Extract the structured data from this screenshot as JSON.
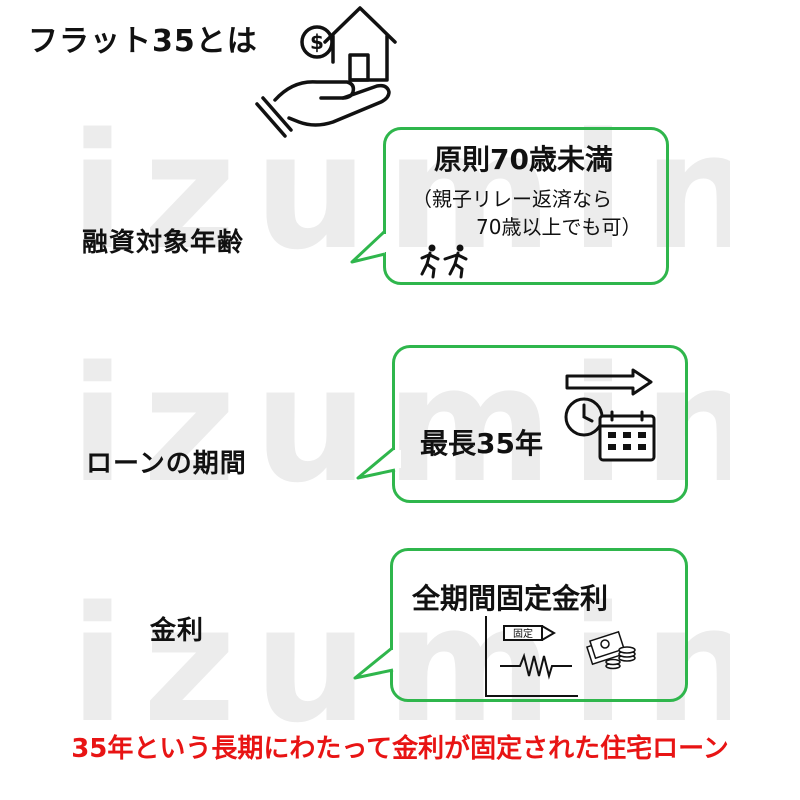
{
  "title": "フラット35とは",
  "watermark": "izumin",
  "sections": [
    {
      "label": "融資対象年齢",
      "heading": "原則70歳未満",
      "note_line1": "（親子リレー返済なら",
      "note_line2": "70歳以上でも可）",
      "icon": "relay-runners-icon"
    },
    {
      "label": "ローンの期間",
      "heading": "最長35年",
      "icons": [
        "arrow-right-icon",
        "clock-icon",
        "calendar-icon"
      ]
    },
    {
      "label": "金利",
      "heading": "全期間固定金利",
      "chart_tag": "固定",
      "icons": [
        "fixed-rate-chart-icon",
        "money-icon"
      ]
    }
  ],
  "footer": "35年という長期にわたって金利が固定された住宅ローン",
  "colors": {
    "bubble_border": "#2fb64c",
    "footer_text": "#e81414",
    "watermark": "#ececec"
  }
}
